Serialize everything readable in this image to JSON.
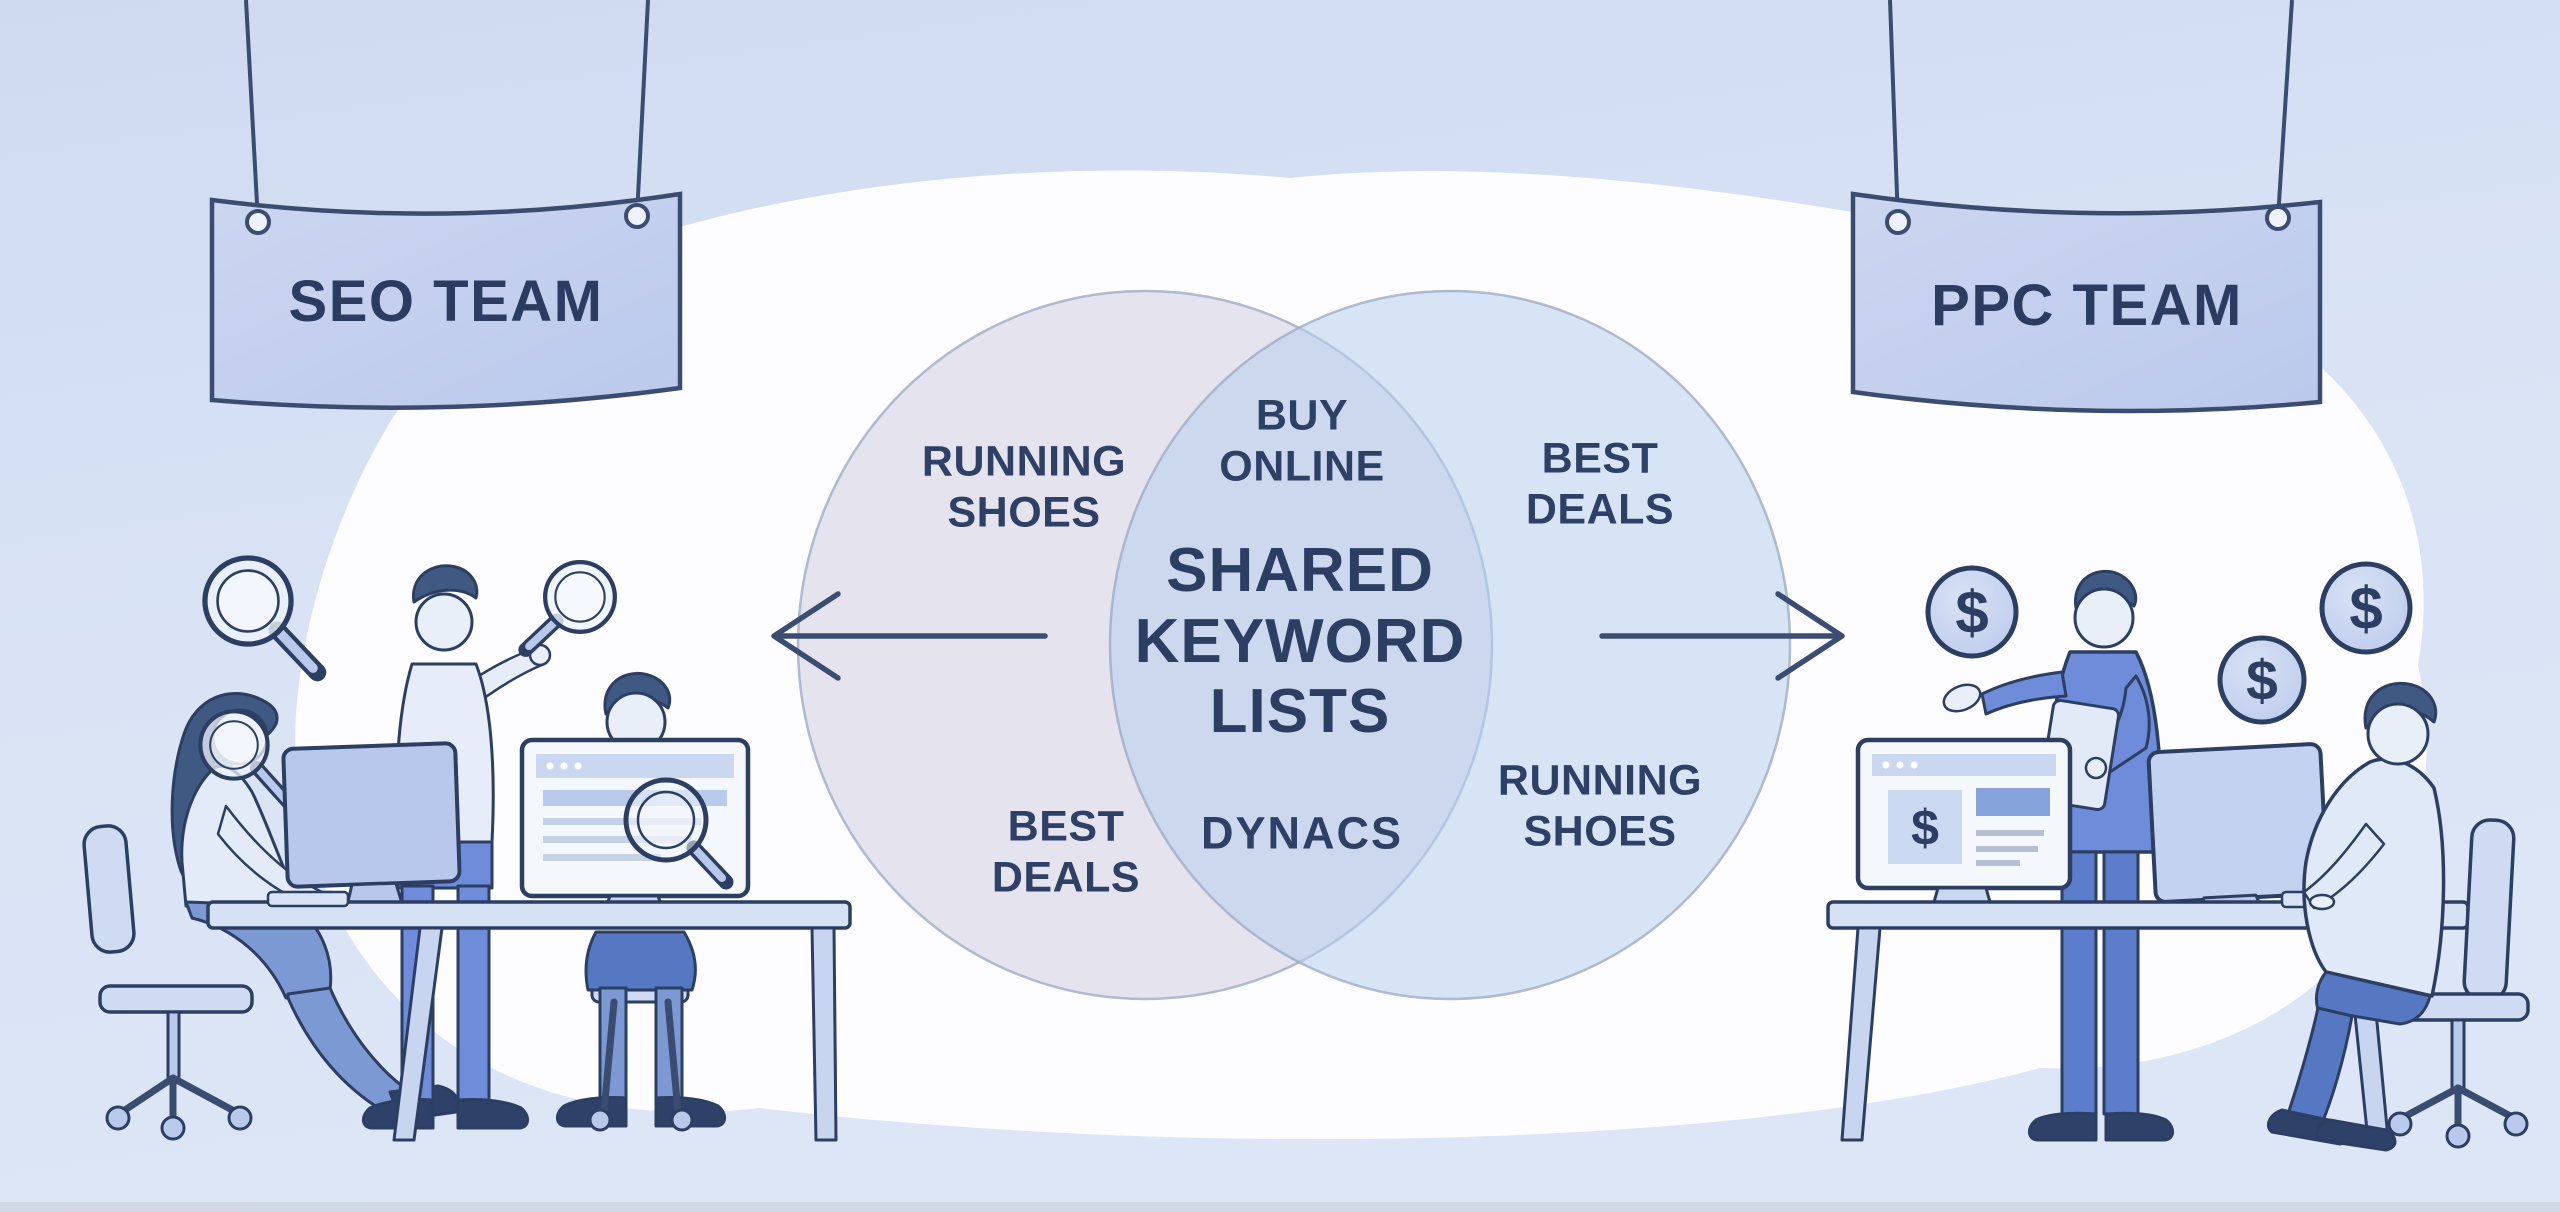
{
  "signs": {
    "seo": "SEO TEAM",
    "ppc": "PPC TEAM"
  },
  "venn": {
    "title": "SHARED\nKEYWORD\nLISTS",
    "overlap_top": "BUY\nONLINE",
    "overlap_bottom": "DYNACS",
    "seo_only_top": "RUNNING\nSHOES",
    "seo_only_bottom": "BEST\nDEALS",
    "ppc_only_top": "BEST\nDEALS",
    "ppc_only_bottom": "RUNNING\nSHOES"
  },
  "icons": {
    "dollar": "$"
  },
  "palette": {
    "background": "#d9e3f5",
    "surface_white": "#fdfdff",
    "venn_left_fill": "#e7e5f1",
    "venn_right_fill": "#dde8f6",
    "venn_overlap_fill": "#d5e0f0",
    "outline_navy": "#2c3e62",
    "text_navy": "#2e4066",
    "accent_blue": "#6e8cd9",
    "medium_blue": "#b7c8ec",
    "sign_fill": "#c6d2ef",
    "coin_fill": "#c5d3ef"
  }
}
